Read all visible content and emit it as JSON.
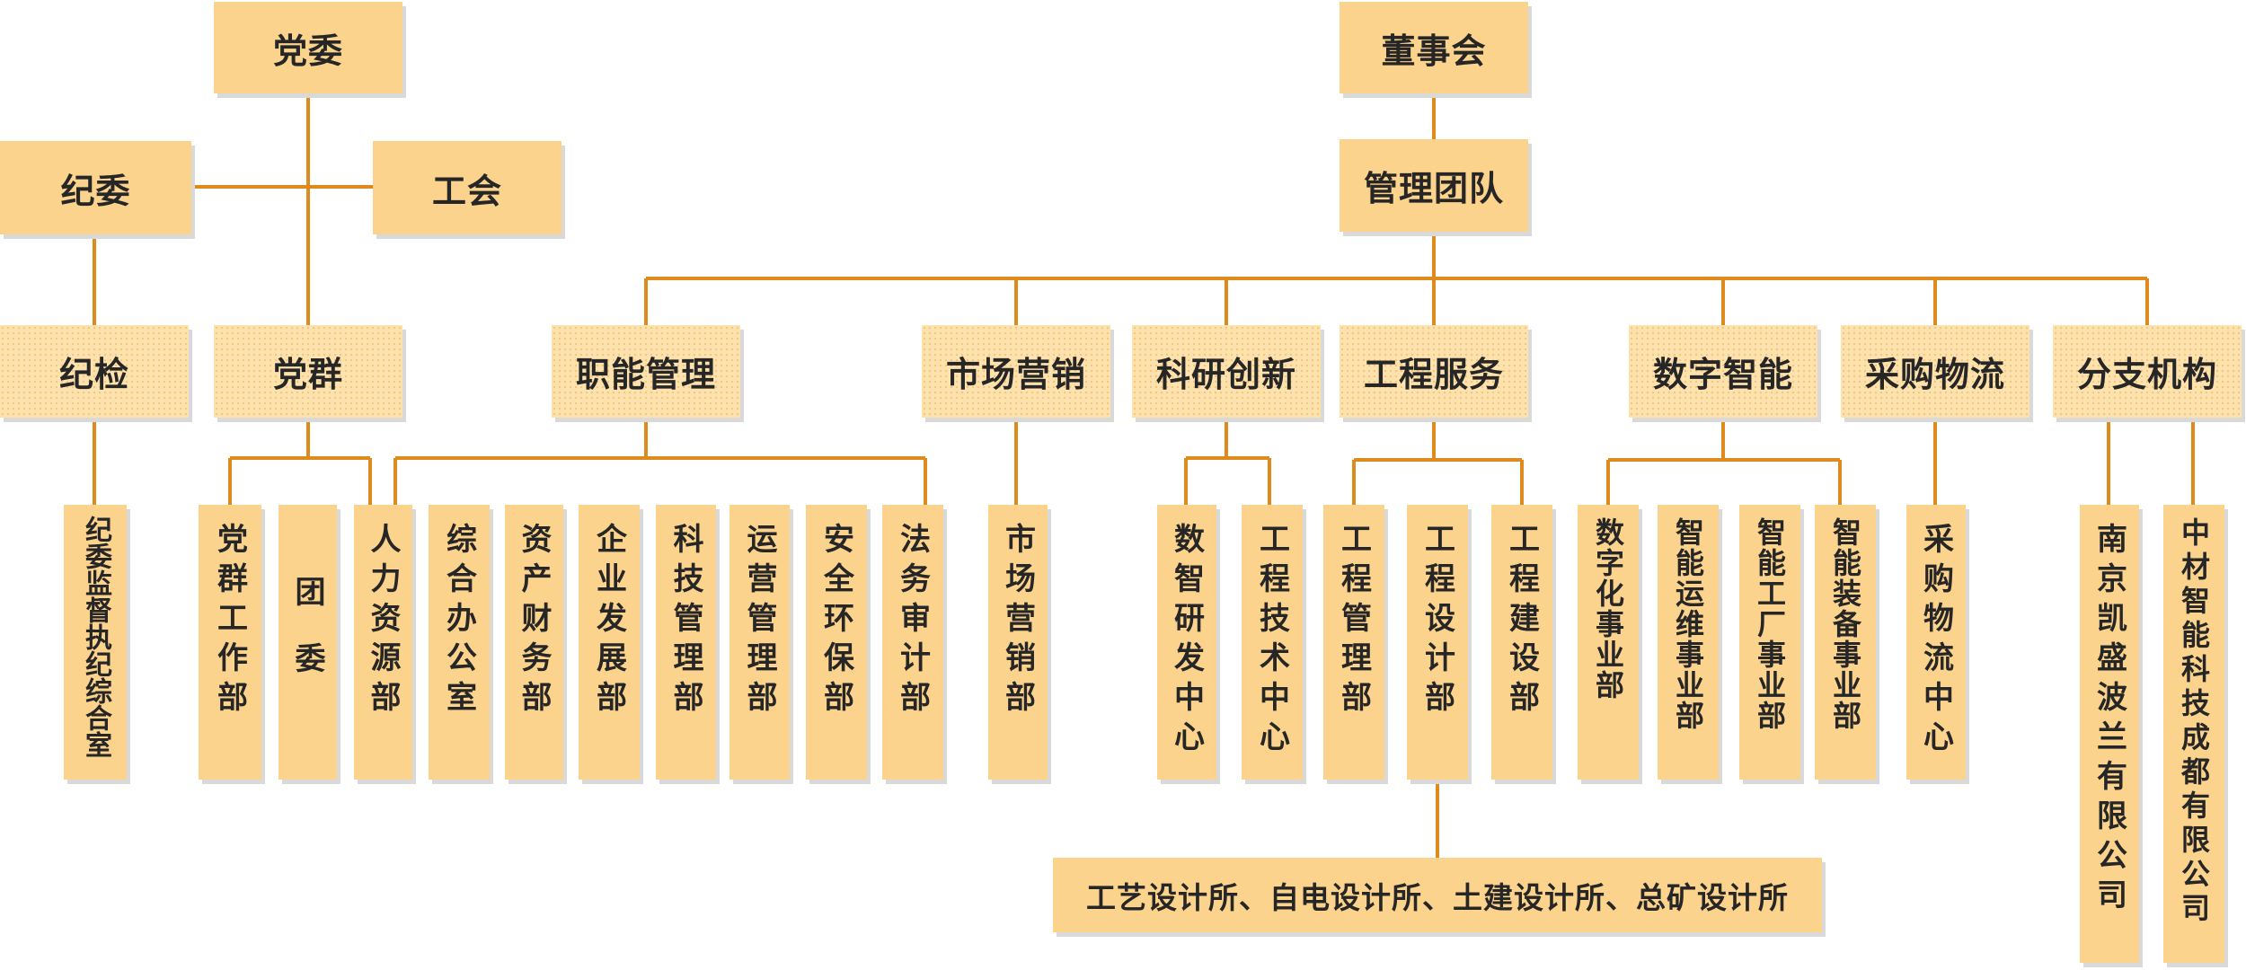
{
  "party": {
    "committee": "党委",
    "discipline_committee": "纪委",
    "union": "工会",
    "discipline_inspection": "纪检",
    "party_mass": "党群",
    "discipline_office": "纪委监督执纪综合室",
    "party_work_dept": "党群工作部",
    "youth_league": "团委"
  },
  "board": "董事会",
  "management": "管理团队",
  "categories": {
    "functional": "职能管理",
    "marketing": "市场营销",
    "research": "科研创新",
    "engineering": "工程服务",
    "digital": "数字智能",
    "procurement": "采购物流",
    "branches": "分支机构"
  },
  "functional_depts": [
    "人力资源部",
    "综合办公室",
    "资产财务部",
    "企业发展部",
    "科技管理部",
    "运营管理部",
    "安全环保部",
    "法务审计部"
  ],
  "marketing_depts": [
    "市场营销部"
  ],
  "research_depts": [
    "数智研发中心",
    "工程技术中心"
  ],
  "engineering_depts": [
    "工程管理部",
    "工程设计部",
    "工程建设部"
  ],
  "design_institutes": "工艺设计所、自电设计所、土建设计所、总矿设计所",
  "digital_depts": [
    "数字化事业部",
    "智能运维事业部",
    "智能工厂事业部",
    "智能装备事业部"
  ],
  "procurement_depts": [
    "采购物流中心"
  ],
  "branch_companies": [
    "南京凯盛波兰有限公司",
    "中材智能科技成都有限公司"
  ],
  "colors": {
    "box": "#fcd38c",
    "line": "#df8a1c",
    "text": "#262626"
  }
}
